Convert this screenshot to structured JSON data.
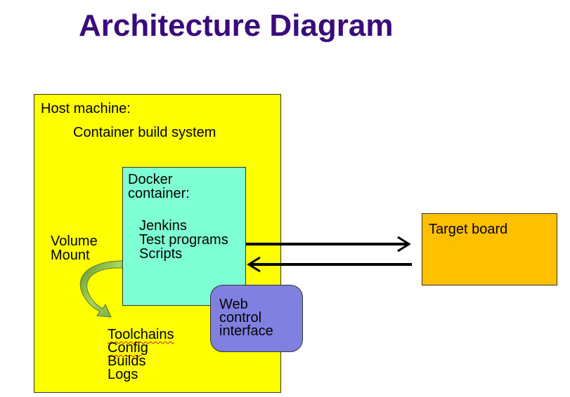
{
  "title": "Architecture Diagram",
  "host": {
    "label": "Host machine:",
    "subtitle": "Container build system"
  },
  "docker": {
    "title_lines": [
      "Docker",
      "container:"
    ],
    "items": [
      "Jenkins",
      "Test programs",
      "Scripts"
    ]
  },
  "volume_mount": {
    "lines": [
      "Volume",
      "Mount"
    ]
  },
  "host_files": [
    "Toolchains",
    "Config",
    "Builds",
    "Logs"
  ],
  "web_interface": {
    "lines": [
      "Web",
      "control",
      "interface"
    ]
  },
  "target": {
    "label": "Target board"
  },
  "colors": {
    "title": "#3a0b7a",
    "host_fill": "#ffff00",
    "docker_fill": "#7fffd4",
    "web_fill": "#8080e0",
    "target_fill": "#ffc000",
    "curved_arrow": "#8fbf3f"
  }
}
